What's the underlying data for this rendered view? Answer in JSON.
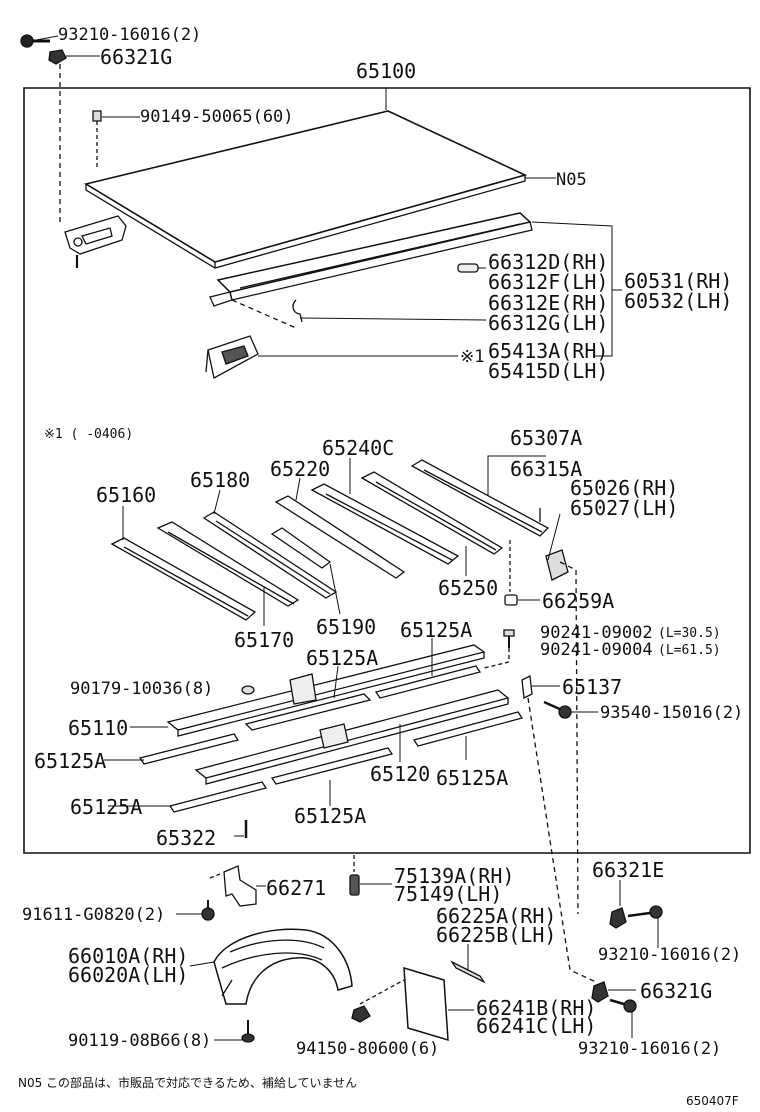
{
  "labels": {
    "p_93210_a": "93210-16016(2)",
    "p_66321G_a": "66321G",
    "p_65100": "65100",
    "p_90149": "90149-50065(60)",
    "p_N05": "N05",
    "p_66312D": "66312D(RH)",
    "p_66312F": "66312F(LH)",
    "p_60531": "60531(RH)",
    "p_60532": "60532(LH)",
    "p_66312E": "66312E(RH)",
    "p_66312G": "66312G(LH)",
    "p_ref1_mark": "※1",
    "p_65413A": "65413A(RH)",
    "p_65415D": "65415D(LH)",
    "p_ref1_note": "※1 (    -0406)",
    "p_65307A": "65307A",
    "p_65240C": "65240C",
    "p_65220": "65220",
    "p_65180": "65180",
    "p_65160": "65160",
    "p_66315A": "66315A",
    "p_65026": "65026(RH)",
    "p_65027": "65027(LH)",
    "p_65250": "65250",
    "p_66259A": "66259A",
    "p_65170": "65170",
    "p_65190": "65190",
    "p_65125A_1": "65125A",
    "p_65125A_2": "65125A",
    "p_90241_a": "90241-09002",
    "p_90241_a_len": "(L=30.5)",
    "p_90241_b": "90241-09004",
    "p_90241_b_len": "(L=61.5)",
    "p_90179": "90179-10036(8)",
    "p_65137": "65137",
    "p_93540": "93540-15016(2)",
    "p_65110": "65110",
    "p_65125A_3": "65125A",
    "p_65120": "65120",
    "p_65125A_4": "65125A",
    "p_65125A_5": "65125A",
    "p_65125A_6": "65125A",
    "p_65322": "65322",
    "p_75139A": "75139A(RH)",
    "p_75149": "75149(LH)",
    "p_66321E": "66321E",
    "p_66271": "66271",
    "p_91611": "91611-G0820(2)",
    "p_66225A": "66225A(RH)",
    "p_66225B": "66225B(LH)",
    "p_93210_b": "93210-16016(2)",
    "p_66010A": "66010A(RH)",
    "p_66020A": "66020A(LH)",
    "p_66321G_b": "66321G",
    "p_66241B": "66241B(RH)",
    "p_66241C": "66241C(LH)",
    "p_90119": "90119-08B66(8)",
    "p_94150": "94150-80600(6)",
    "p_93210_c": "93210-16016(2)"
  },
  "footnote": "N05  この部品は、市販品で対応できるため、補給していません",
  "figure_id": "650407F"
}
